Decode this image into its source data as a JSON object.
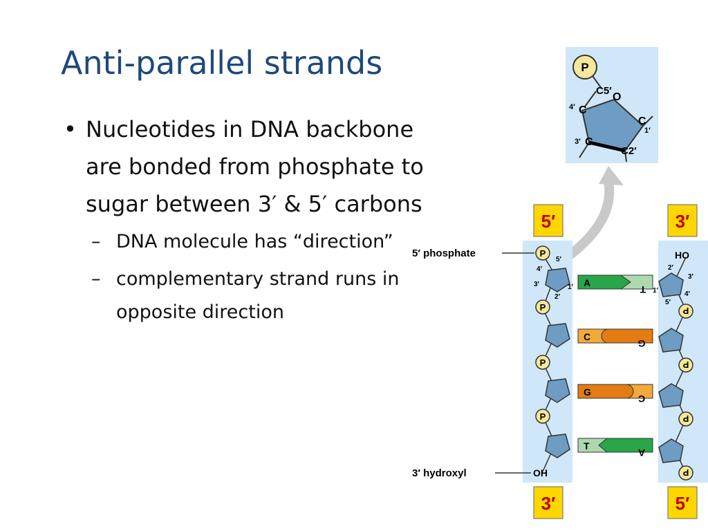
{
  "slide": {
    "title": "Anti-parallel strands",
    "bullet_symbol": "•",
    "dash_symbol": "–",
    "bullet": {
      "lines": [
        "Nucleotides in DNA backbone",
        "are bonded from phosphate to",
        "sugar between 3′ & 5′ carbons"
      ],
      "sub": [
        {
          "lines": [
            "DNA molecule has “direction”"
          ]
        },
        {
          "lines": [
            "complementary strand runs in",
            "opposite direction"
          ]
        }
      ]
    }
  },
  "diagram": {
    "inset": {
      "phosphate": "P",
      "c5": "C5′",
      "o": "O",
      "c4": "4′",
      "c4_atom": "C",
      "c1_atom": "C",
      "c1": "1′",
      "c3": "3′",
      "c3_atom": "C",
      "c2": "C2′"
    },
    "badges": {
      "left_top": "5′",
      "right_top": "3′",
      "left_bottom": "3′",
      "right_bottom": "5′"
    },
    "labels": {
      "phosphate_end": "5′ phosphate",
      "hydroxyl_end": "3′ hydroxyl",
      "oh": "OH",
      "ho": "HO",
      "p": "P"
    },
    "carbon_labels": {
      "left": [
        "5′",
        "4′",
        "3′",
        "1′",
        "2′"
      ],
      "right": [
        "2′",
        "3′",
        "1′",
        "4′",
        "5′"
      ]
    },
    "base_pairs": [
      {
        "left": "A",
        "right": "T"
      },
      {
        "left": "C",
        "right": "G"
      },
      {
        "left": "G",
        "right": "C"
      },
      {
        "left": "T",
        "right": "A"
      }
    ],
    "colors": {
      "title": "#1f497d",
      "strand_bg": "#cfe7f8",
      "sugar": "#6f9cc3",
      "phosphate": "#f6e79a",
      "badge": "#ffd700",
      "badge_text": "#c00000",
      "adenine": "#2aa54a",
      "thymine": "#aed9b0",
      "cytosine": "#f4a93b",
      "guanine": "#e47c14",
      "arrow": "#c9c9c9"
    }
  }
}
